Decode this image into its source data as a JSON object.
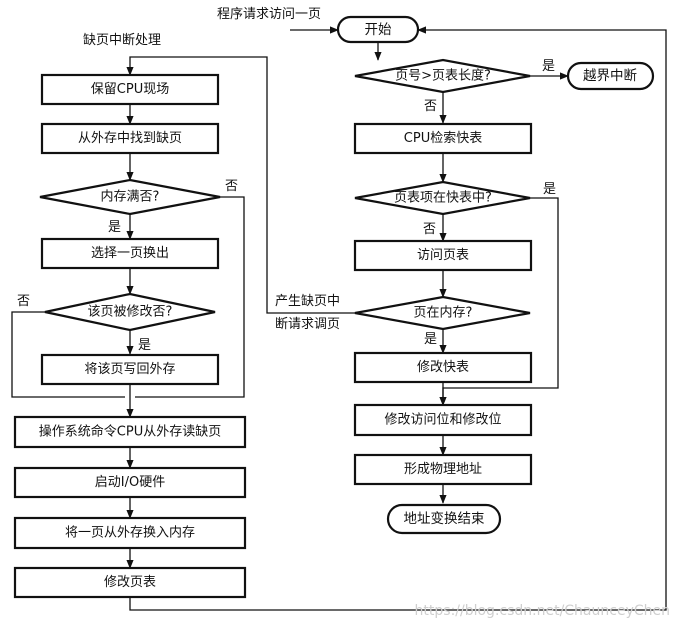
{
  "flowchart": {
    "labels": {
      "program_request": "程序请求访问一页",
      "page_fault_handling": "缺页中断处理",
      "generate_fault_line1": "产生缺页中",
      "generate_fault_line2": "断请求调页"
    },
    "nodes": {
      "start": "开始",
      "page_num_check": "页号>页表长度?",
      "out_of_bounds": "越界中断",
      "cpu_search_tlb": "CPU检索快表",
      "in_tlb_check": "页表项在快表中?",
      "access_page_table": "访问页表",
      "in_memory_check": "页在内存?",
      "modify_tlb": "修改快表",
      "modify_bits": "修改访问位和修改位",
      "form_physical_address": "形成物理地址",
      "end": "地址变换结束",
      "save_cpu_state": "保留CPU现场",
      "find_page_external": "从外存中找到缺页",
      "memory_full_check": "内存满否?",
      "select_page_swap": "选择一页换出",
      "page_modified_check": "该页被修改否?",
      "write_back": "将该页写回外存",
      "os_command_read": "操作系统命令CPU从外存读缺页",
      "start_io": "启动I/O硬件",
      "swap_in": "将一页从外存换入内存",
      "modify_page_table": "修改页表"
    },
    "branch_labels": {
      "yes": "是",
      "no": "否"
    }
  },
  "watermark": "https://blog.csdn.net/ChaunceyChen"
}
